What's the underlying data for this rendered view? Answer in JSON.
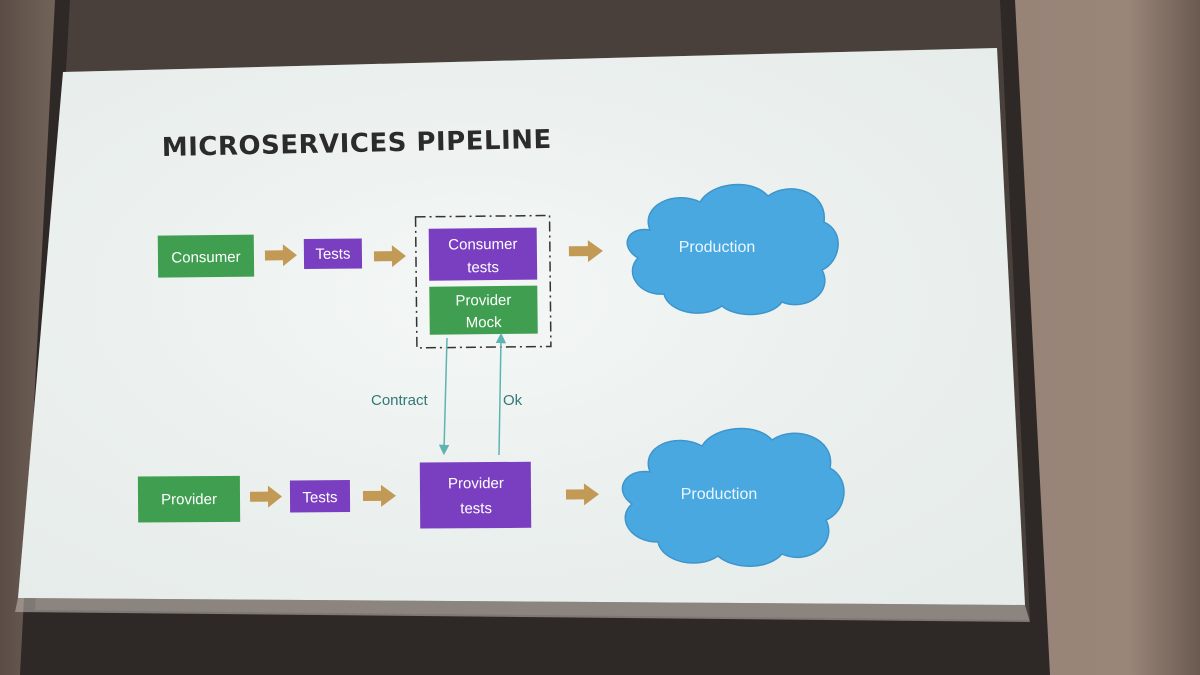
{
  "slide": {
    "title": "MICROSERVICES PIPELINE",
    "consumer_row": {
      "source": "Consumer",
      "tests": "Tests",
      "consumer_tests_line1": "Consumer",
      "consumer_tests_line2": "tests",
      "provider_mock_line1": "Provider",
      "provider_mock_line2": "Mock",
      "production": "Production"
    },
    "provider_row": {
      "source": "Provider",
      "tests": "Tests",
      "provider_tests_line1": "Provider",
      "provider_tests_line2": "tests",
      "production": "Production"
    },
    "edges": {
      "contract": "Contract",
      "ok": "Ok"
    }
  },
  "colors": {
    "green": "#3f9e4f",
    "purple": "#7a3fc0",
    "cloud": "#4aa8e0",
    "arrow": "#c29a55",
    "connector": "#5fb3b0",
    "slide_bg": "#eef3f1"
  }
}
